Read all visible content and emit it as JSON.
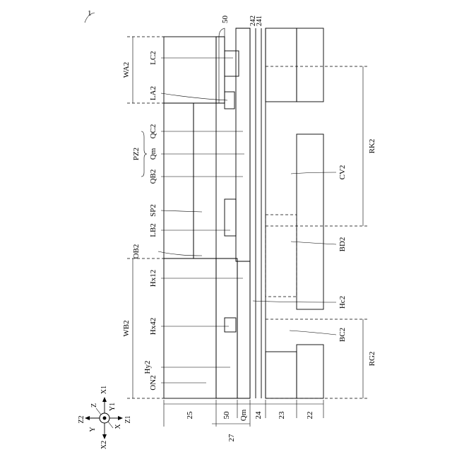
{
  "figure": {
    "ref": "1",
    "top_labels": [
      "50",
      "242",
      "241"
    ],
    "left_labels": [
      "LC2",
      "LA2",
      "QC2",
      "Qm",
      "QB2",
      "SP2",
      "LB2",
      "OB2",
      "Hx12",
      "Hx42",
      "Hy2",
      "ON2"
    ],
    "region_labels": {
      "wa2": "WA2",
      "pz2": "PZ2",
      "wb2": "WB2",
      "rk2": "RK2",
      "rg2": "RG2"
    },
    "right_labels": {
      "cv2": "CV2",
      "bd2": "BD2",
      "hc2": "Hc2",
      "bc2": "BC2"
    },
    "bottom_labels": [
      "25",
      "50",
      "Qm",
      "24",
      "23",
      "22",
      "27"
    ],
    "axes": {
      "x1": "X1",
      "x2": "X2",
      "y1": "Y1",
      "z": "Z",
      "z1": "Z1",
      "z2": "Z2",
      "x": "X",
      "y": "Y"
    }
  }
}
